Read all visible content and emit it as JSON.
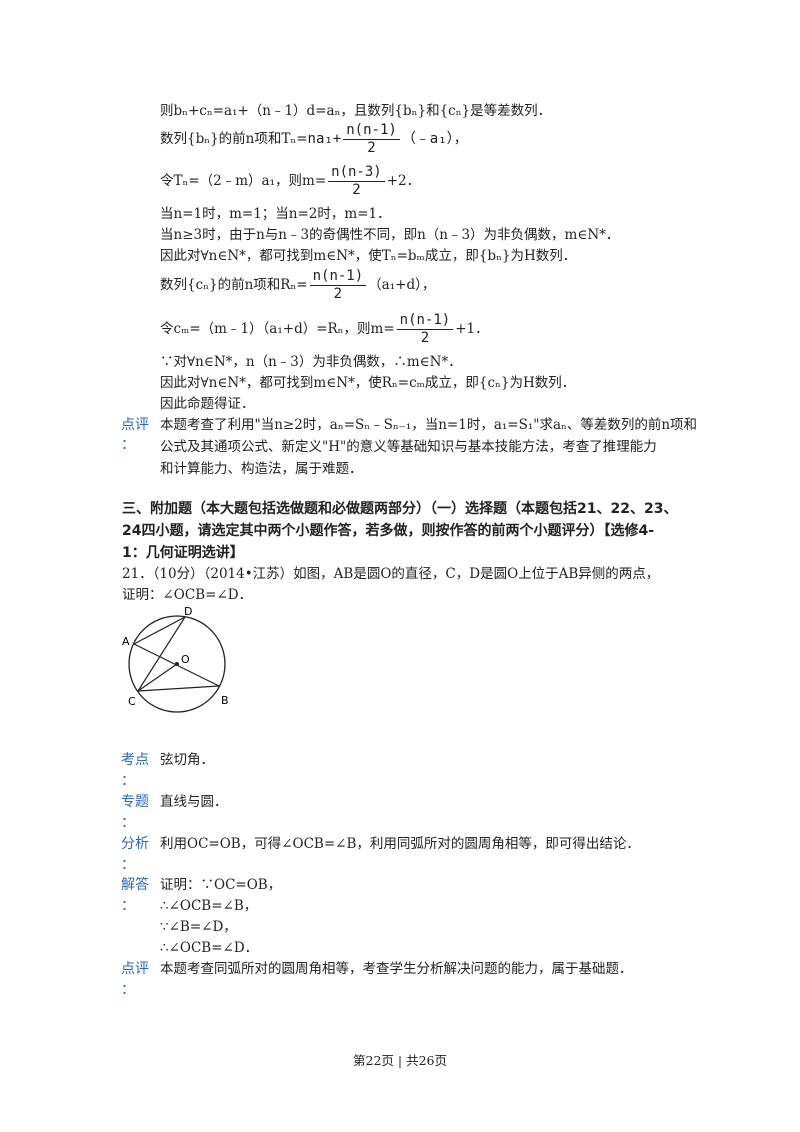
{
  "lines": {
    "l1": "则bₙ+cₙ=a₁+（n﹣1）d=aₙ，且数列{bₙ}和{cₙ}是等差数列．",
    "l2_pre": "数列{bₙ}的前n项和Tₙ=",
    "l2_mid": "na₁+",
    "l2_num": "n(n-1)",
    "l2_den": "2",
    "l2_post": "（﹣a₁），",
    "l3_pre": "令Tₙ=（2﹣m）a₁，则",
    "l3_m": "m=",
    "l3_num": "n(n-3)",
    "l3_den": "2",
    "l3_post": "+2．",
    "l4": "当n=1时，m=1；当n=2时，m=1．",
    "l5": "当n≥3时，由于n与n﹣3的奇偶性不同，即n（n﹣3）为非负偶数，m∈N*．",
    "l6": "因此对∀n∈N*，都可找到m∈N*，使Tₙ=bₘ成立，即{bₙ}为H数列．",
    "l7_pre": "数列{cₙ}的前n项和Rₙ=",
    "l7_num": "n(n-1)",
    "l7_den": "2",
    "l7_post": "（a₁+d），",
    "l8_pre": "令cₘ=（m﹣1）（a₁+d）=Rₙ，则m=",
    "l8_num": "n(n-1)",
    "l8_den": "2",
    "l8_post": "+1．",
    "l9": "∵对∀n∈N*，n（n﹣3）为非负偶数，∴m∈N*．",
    "l10": "因此对∀n∈N*，都可找到m∈N*，使Rₙ=cₘ成立，即{cₙ}为H数列．",
    "l11": "因此命题得证．"
  },
  "comment1": {
    "label": "点评",
    "colon": "：",
    "line1": "本题考查了利用\"当n≥2时，aₙ=Sₙ﹣Sₙ₋₁，当n=1时，a₁=S₁\"求aₙ、等差数列的前n项和",
    "line2": "公式及其通项公式、新定义\"H\"的意义等基础知识与基本技能方法，考查了推理能力",
    "line3": "和计算能力、构造法，属于难题．"
  },
  "section_heading": {
    "line1": "三、附加题（本大题包括选做题和必做题两部分）（一）选择题（本题包括21、22、23、",
    "line2": "24四小题，请选定其中两个小题作答，若多做，则按作答的前两个小题评分）【选修4-",
    "line3": "1：几何证明选讲】"
  },
  "problem": {
    "line1": "21．（10分）（2014•江苏）如图，AB是圆O的直径，C，D是圆O上位于AB异侧的两点，",
    "line2": "证明：∠OCB=∠D．"
  },
  "figure": {
    "A": "A",
    "B": "B",
    "C": "C",
    "D": "D",
    "O": "O"
  },
  "analysis": {
    "kaodian_label": "考点",
    "kaodian": "弦切角．",
    "zhuanti_label": "专题",
    "zhuanti": "直线与圆．",
    "fenxi_label": "分析",
    "fenxi": "利用OC=OB，可得∠OCB=∠B，利用同弧所对的圆周角相等，即可得出结论．",
    "jieda_label": "解答",
    "jieda": [
      "证明：∵OC=OB，",
      "∴∠OCB=∠B，",
      "∵∠B=∠D，",
      "∴∠OCB=∠D．"
    ],
    "dianping_label": "点评",
    "dianping": "本题考查同弧所对的圆周角相等，考查学生分析解决问题的能力，属于基础题．",
    "colon": "："
  },
  "footer": "第22页 | 共26页"
}
